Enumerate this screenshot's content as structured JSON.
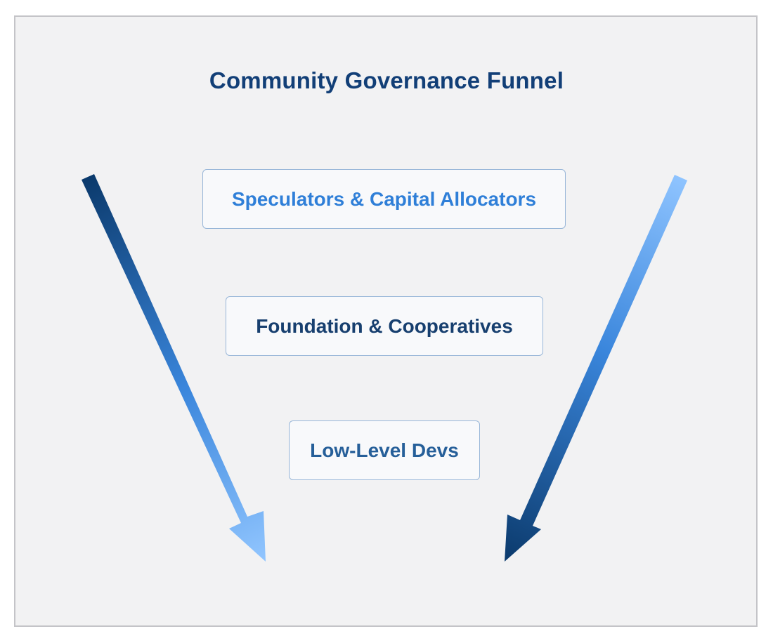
{
  "diagram": {
    "title": "Community Governance Funnel",
    "tiers": [
      {
        "label": "Speculators & Capital Allocators",
        "color": "#2f7fd8"
      },
      {
        "label": "Foundation & Cooperatives",
        "color": "#173f6f"
      },
      {
        "label": "Low-Level Devs",
        "color": "#265f99"
      }
    ],
    "arrows": [
      {
        "side": "left",
        "gradient": [
          "#0b3a6c",
          "#3a86dc",
          "#92c6ff"
        ]
      },
      {
        "side": "right",
        "gradient": [
          "#8fc4ff",
          "#3a86dc",
          "#0b3a6c"
        ]
      }
    ],
    "colors": {
      "background": "#f2f2f3",
      "border": "#c4c4c8",
      "box_border": "#98b6d8",
      "title": "#123f77"
    }
  }
}
